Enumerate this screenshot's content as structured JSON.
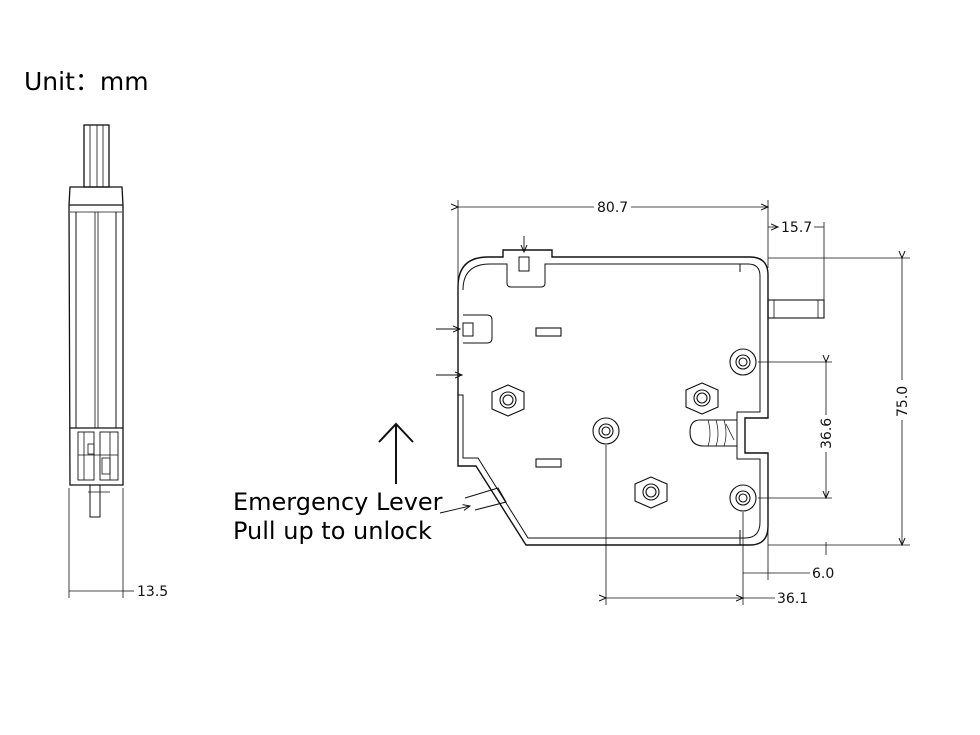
{
  "title": "Unit：mm",
  "annotation": {
    "line1": "Emergency Lever",
    "line2": "Pull up to unlock"
  },
  "dimensions": {
    "side_width": "13.5",
    "overall_width": "80.7",
    "bolt_length": "15.7",
    "height": "75.0",
    "hole_spacing_v": "36.6",
    "edge_offset": "6.0",
    "hole_spacing_h": "36.1"
  },
  "colors": {
    "line": "#111111"
  }
}
